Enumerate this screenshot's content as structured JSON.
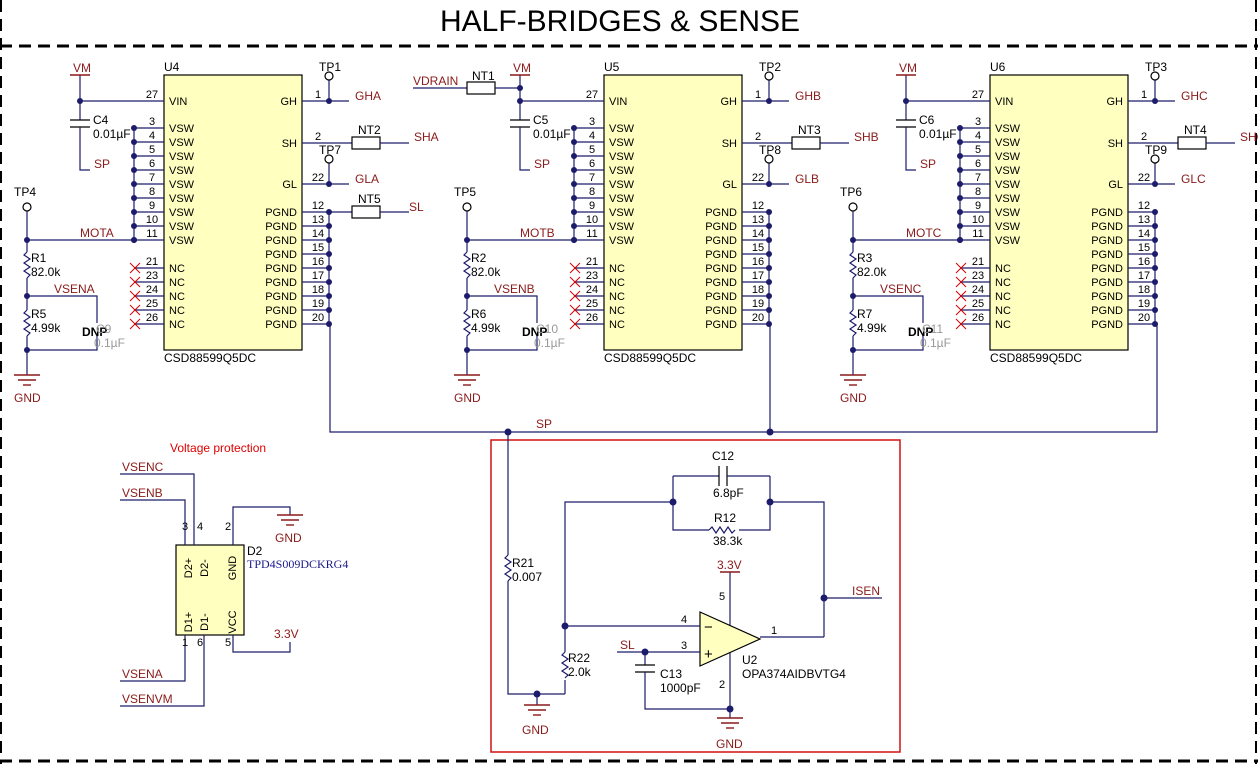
{
  "title": "HALF-BRIDGES & SENSE",
  "nets": {
    "vm": "VM",
    "sp": "SP",
    "gnd": "GND",
    "vdrain": "VDRAIN",
    "sl": "SL",
    "v33": "3.3V",
    "isen": "ISEN",
    "vsena": "VSENA",
    "vsenb": "VSENB",
    "vsenc": "VSENC",
    "vsenvm": "VSENVM"
  },
  "bridges": [
    {
      "ref": "U4",
      "part": "CSD88599Q5DC",
      "mot": "MOTA",
      "vsen": "VSENA",
      "gh_net": "GHA",
      "sh_net": "SHA",
      "gl_net": "GLA",
      "tp_gh": "TP1",
      "tp_gl": "TP7",
      "nt_sh": "NT2",
      "nt_sl": "NT5",
      "tp_mot": "TP4",
      "c_ref": "C4",
      "c_val": "0.01µF",
      "r_top": "R1",
      "r_top_val": "82.0k",
      "r_bot": "R5",
      "r_bot_val": "4.99k",
      "dnp": "DNP",
      "c_dnp": "C9",
      "c_dnp_val": "0.1µF",
      "has_vdrain": false
    },
    {
      "ref": "U5",
      "part": "CSD88599Q5DC",
      "mot": "MOTB",
      "vsen": "VSENB",
      "gh_net": "GHB",
      "sh_net": "SHB",
      "gl_net": "GLB",
      "tp_gh": "TP2",
      "tp_gl": "TP8",
      "nt_sh": "NT3",
      "nt_sl": "",
      "tp_mot": "TP5",
      "c_ref": "C5",
      "c_val": "0.01µF",
      "r_top": "R2",
      "r_top_val": "82.0k",
      "r_bot": "R6",
      "r_bot_val": "4.99k",
      "dnp": "DNP",
      "c_dnp": "C10",
      "c_dnp_val": "0.1µF",
      "has_vdrain": true,
      "nt_vdrain": "NT1"
    },
    {
      "ref": "U6",
      "part": "CSD88599Q5DC",
      "mot": "MOTC",
      "vsen": "VSENC",
      "gh_net": "GHC",
      "sh_net": "SHC",
      "gl_net": "GLC",
      "tp_gh": "TP3",
      "tp_gl": "TP9",
      "nt_sh": "NT4",
      "nt_sl": "",
      "tp_mot": "TP6",
      "c_ref": "C6",
      "c_val": "0.01µF",
      "r_top": "R3",
      "r_top_val": "82.0k",
      "r_bot": "R7",
      "r_bot_val": "4.99k",
      "dnp": "DNP",
      "c_dnp": "C11",
      "c_dnp_val": "0.1µF",
      "has_vdrain": false
    }
  ],
  "chip_pins": {
    "left": [
      {
        "num": "27",
        "name": "VIN"
      },
      {
        "num": "3",
        "name": "VSW"
      },
      {
        "num": "4",
        "name": "VSW"
      },
      {
        "num": "5",
        "name": "VSW"
      },
      {
        "num": "6",
        "name": "VSW"
      },
      {
        "num": "7",
        "name": "VSW"
      },
      {
        "num": "8",
        "name": "VSW"
      },
      {
        "num": "9",
        "name": "VSW"
      },
      {
        "num": "10",
        "name": "VSW"
      },
      {
        "num": "11",
        "name": "VSW"
      },
      {
        "num": "21",
        "name": "NC"
      },
      {
        "num": "23",
        "name": "NC"
      },
      {
        "num": "24",
        "name": "NC"
      },
      {
        "num": "25",
        "name": "NC"
      },
      {
        "num": "26",
        "name": "NC"
      }
    ],
    "right": [
      {
        "num": "1",
        "name": "GH"
      },
      {
        "num": "2",
        "name": "SH"
      },
      {
        "num": "22",
        "name": "GL"
      },
      {
        "num": "12",
        "name": "PGND"
      },
      {
        "num": "13",
        "name": "PGND"
      },
      {
        "num": "14",
        "name": "PGND"
      },
      {
        "num": "15",
        "name": "PGND"
      },
      {
        "num": "16",
        "name": "PGND"
      },
      {
        "num": "17",
        "name": "PGND"
      },
      {
        "num": "18",
        "name": "PGND"
      },
      {
        "num": "19",
        "name": "PGND"
      },
      {
        "num": "20",
        "name": "PGND"
      }
    ]
  },
  "protection": {
    "heading": "Voltage protection",
    "ref": "D2",
    "part": "TPD4S009DCKRG4",
    "pins": [
      {
        "num": "3",
        "name": "D2+"
      },
      {
        "num": "4",
        "name": "D2-"
      },
      {
        "num": "2",
        "name": "GND"
      },
      {
        "num": "1",
        "name": "D1+"
      },
      {
        "num": "6",
        "name": "D1-"
      },
      {
        "num": "5",
        "name": "VCC"
      }
    ]
  },
  "amp": {
    "c12_ref": "C12",
    "c12_val": "6.8pF",
    "r12_ref": "R12",
    "r12_val": "38.3k",
    "r21_ref": "R21",
    "r21_val": "0.007",
    "r22_ref": "R22",
    "r22_val": "2.0k",
    "c13_ref": "C13",
    "c13_val": "1000pF",
    "u2_ref": "U2",
    "u2_part": "OPA374AIDBVTG4",
    "pin_out": "1",
    "pin_vcc": "5",
    "pin_inn": "4",
    "pin_inp": "3",
    "pin_gnd": "2",
    "minus": "−",
    "plus": "+"
  },
  "colors": {
    "wire": "#1c1c6b",
    "net_label": "#8b1a1a",
    "chip_fill": "#ffffc0",
    "nc_mark": "#d00000",
    "box": "#d01010"
  }
}
